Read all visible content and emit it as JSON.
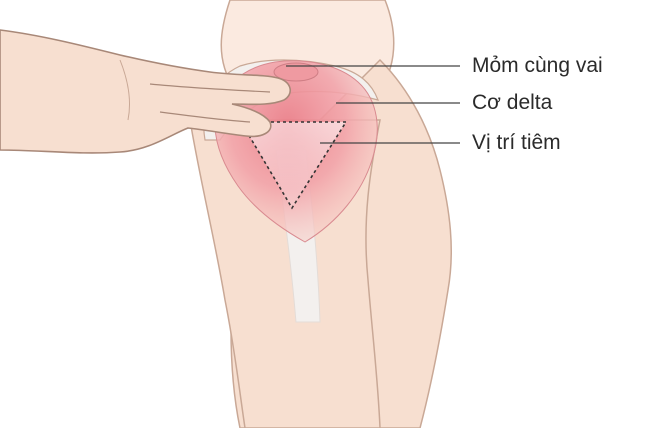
{
  "labels": {
    "acromion": "Mỏm cùng vai",
    "deltoid": "Cơ delta",
    "injection_site": "Vị trí tiêm"
  },
  "colors": {
    "skin": "#f7dfd0",
    "skin_light": "#fbeae0",
    "outline": "#c9a896",
    "deltoid": "#f2a0a6",
    "deltoid_center": "#ec8c94",
    "bone": "#f3f0ee",
    "leader_line": "#444444",
    "text": "#2b2b2b"
  }
}
